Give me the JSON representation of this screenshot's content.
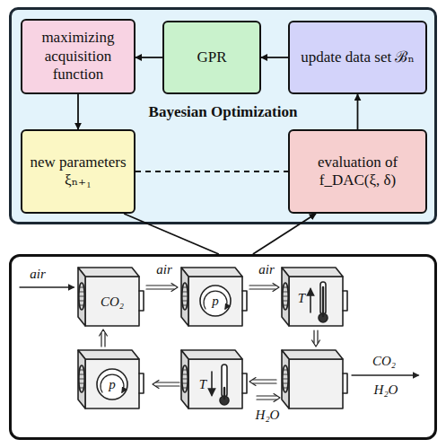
{
  "diagram": {
    "nodes": [
      {
        "text": [
          "Bayesian Optimization"
        ]
      },
      {
        "text": [
          "maximizing acquisition function"
        ],
        "in": 0
      },
      {
        "text": [
          "GPR"
        ],
        "in": 0
      },
      {
        "text": [
          "update data set ℬₙ"
        ],
        "in": 0
      },
      {
        "text": [
          "new parameters ξₙ₊₁"
        ],
        "in": 0
      },
      {
        "text": [
          "evaluation of f_DAC(ξ, δ)"
        ],
        "in": 0
      },
      {
        "text": [
          "air",
          "CO₂",
          "air",
          "p",
          "air",
          "T",
          "CO₂",
          "H₂O",
          "H₂O",
          "T",
          "p"
        ]
      }
    ],
    "edges": [
      {
        "from": 2,
        "to": 1,
        "arrow": "to"
      },
      {
        "from": 3,
        "to": 2,
        "arrow": "to"
      },
      {
        "from": 1,
        "to": 4,
        "arrow": "to"
      },
      {
        "from": 5,
        "to": 3,
        "arrow": "to"
      },
      {
        "from": 4,
        "to": 5,
        "arrow": "none"
      },
      {
        "from": 4,
        "to": 6,
        "arrow": "none"
      },
      {
        "from": 6,
        "to": 5,
        "arrow": "to"
      }
    ]
  }
}
